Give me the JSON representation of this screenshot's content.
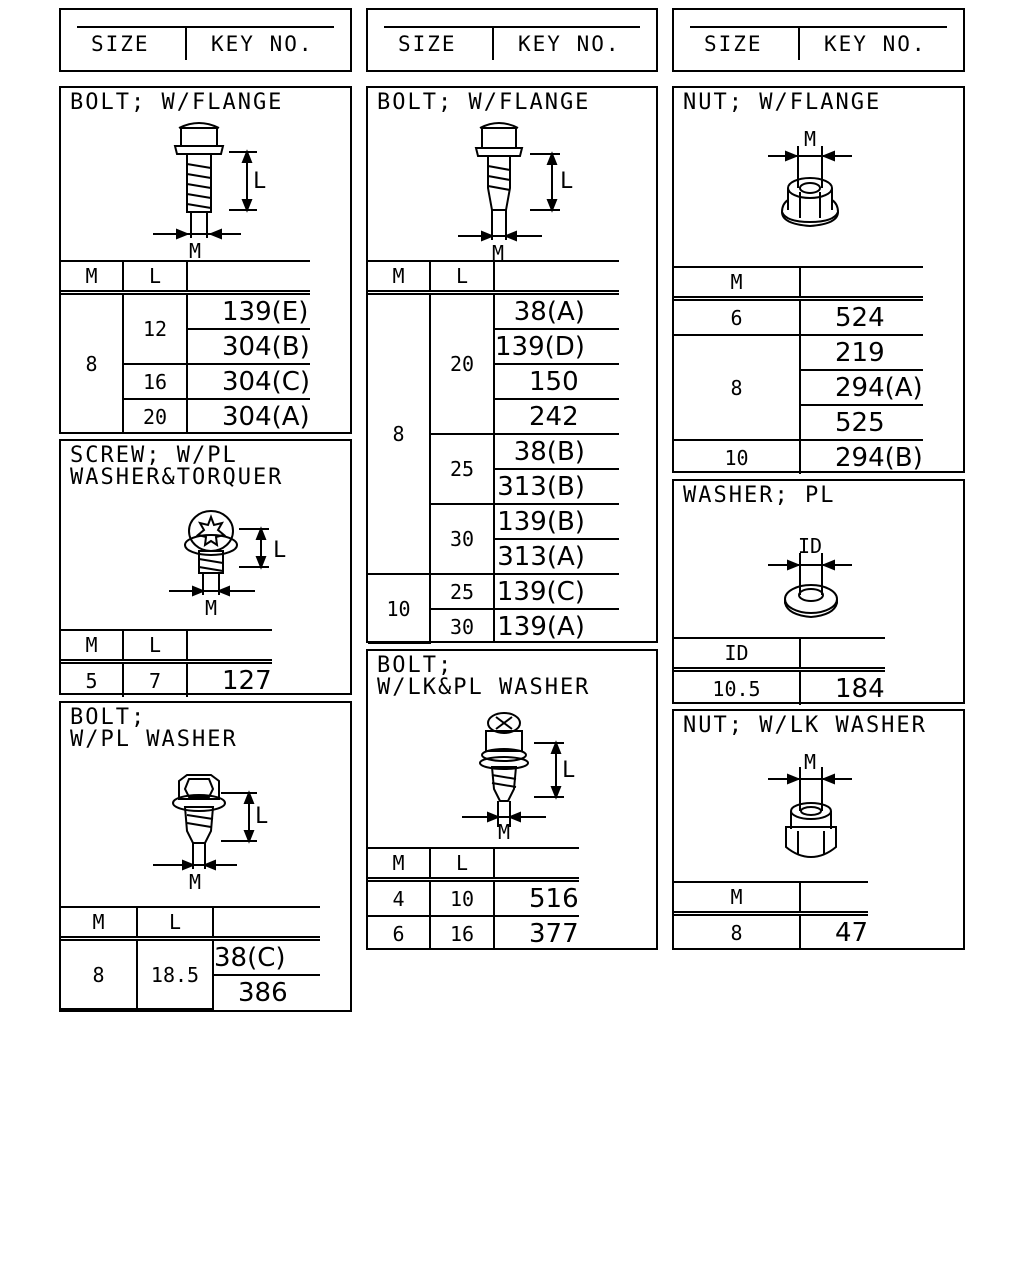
{
  "header": {
    "size_label": "SIZE",
    "key_label": "KEY NO."
  },
  "col1": {
    "bolt_flange": {
      "title": "BOLT; W/FLANGE",
      "col_m": "M",
      "col_l": "L",
      "m": "8",
      "rows": [
        {
          "l": "12",
          "keys": [
            "139(E)",
            "304(B)"
          ]
        },
        {
          "l": "16",
          "keys": [
            "304(C)"
          ]
        },
        {
          "l": "20",
          "keys": [
            "304(A)"
          ]
        }
      ]
    },
    "screw_washer": {
      "title": "SCREW; W/PL\nWASHER&TORQUER",
      "col_m": "M",
      "col_l": "L",
      "m": "5",
      "l": "7",
      "key": "127"
    },
    "bolt_pl_washer": {
      "title": "BOLT;\nW/PL WASHER",
      "col_m": "M",
      "col_l": "L",
      "m": "8",
      "l": "18.5",
      "keys": [
        "38(C)",
        "386"
      ]
    }
  },
  "col2": {
    "bolt_flange": {
      "title": "BOLT; W/FLANGE",
      "col_m": "M",
      "col_l": "L",
      "groups": [
        {
          "m": "8",
          "rows": [
            {
              "l": "20",
              "keys": [
                "38(A)",
                "139(D)",
                "150",
                "242"
              ]
            },
            {
              "l": "25",
              "keys": [
                "38(B)",
                "313(B)"
              ]
            },
            {
              "l": "30",
              "keys": [
                "139(B)",
                "313(A)"
              ]
            }
          ]
        },
        {
          "m": "10",
          "rows": [
            {
              "l": "25",
              "keys": [
                "139(C)"
              ]
            },
            {
              "l": "30",
              "keys": [
                "139(A)"
              ]
            }
          ]
        }
      ]
    },
    "bolt_lk_washer": {
      "title": "BOLT;\nW/LK&PL WASHER",
      "col_m": "M",
      "col_l": "L",
      "rows": [
        {
          "m": "4",
          "l": "10",
          "key": "516"
        },
        {
          "m": "6",
          "l": "16",
          "key": "377"
        }
      ]
    }
  },
  "col3": {
    "nut_flange": {
      "title": "NUT; W/FLANGE",
      "col_m": "M",
      "rows": [
        {
          "m": "6",
          "keys": [
            "524"
          ]
        },
        {
          "m": "8",
          "keys": [
            "219",
            "294(A)",
            "525"
          ]
        },
        {
          "m": "10",
          "keys": [
            "294(B)"
          ]
        }
      ]
    },
    "washer_pl": {
      "title": "WASHER; PL",
      "col_id": "ID",
      "id": "10.5",
      "key": "184"
    },
    "nut_lk_washer": {
      "title": "NUT; W/LK WASHER",
      "col_m": "M",
      "m": "8",
      "key": "47"
    }
  },
  "dims": {
    "m": "M",
    "l": "L",
    "id": "ID"
  }
}
